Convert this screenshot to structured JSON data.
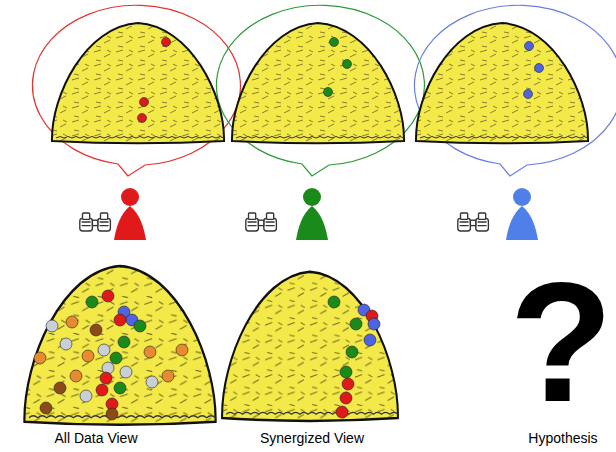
{
  "diagram": {
    "labels": [
      "All Data View",
      "Synergized View",
      "?",
      "Hypothesis"
    ]
  }
}
